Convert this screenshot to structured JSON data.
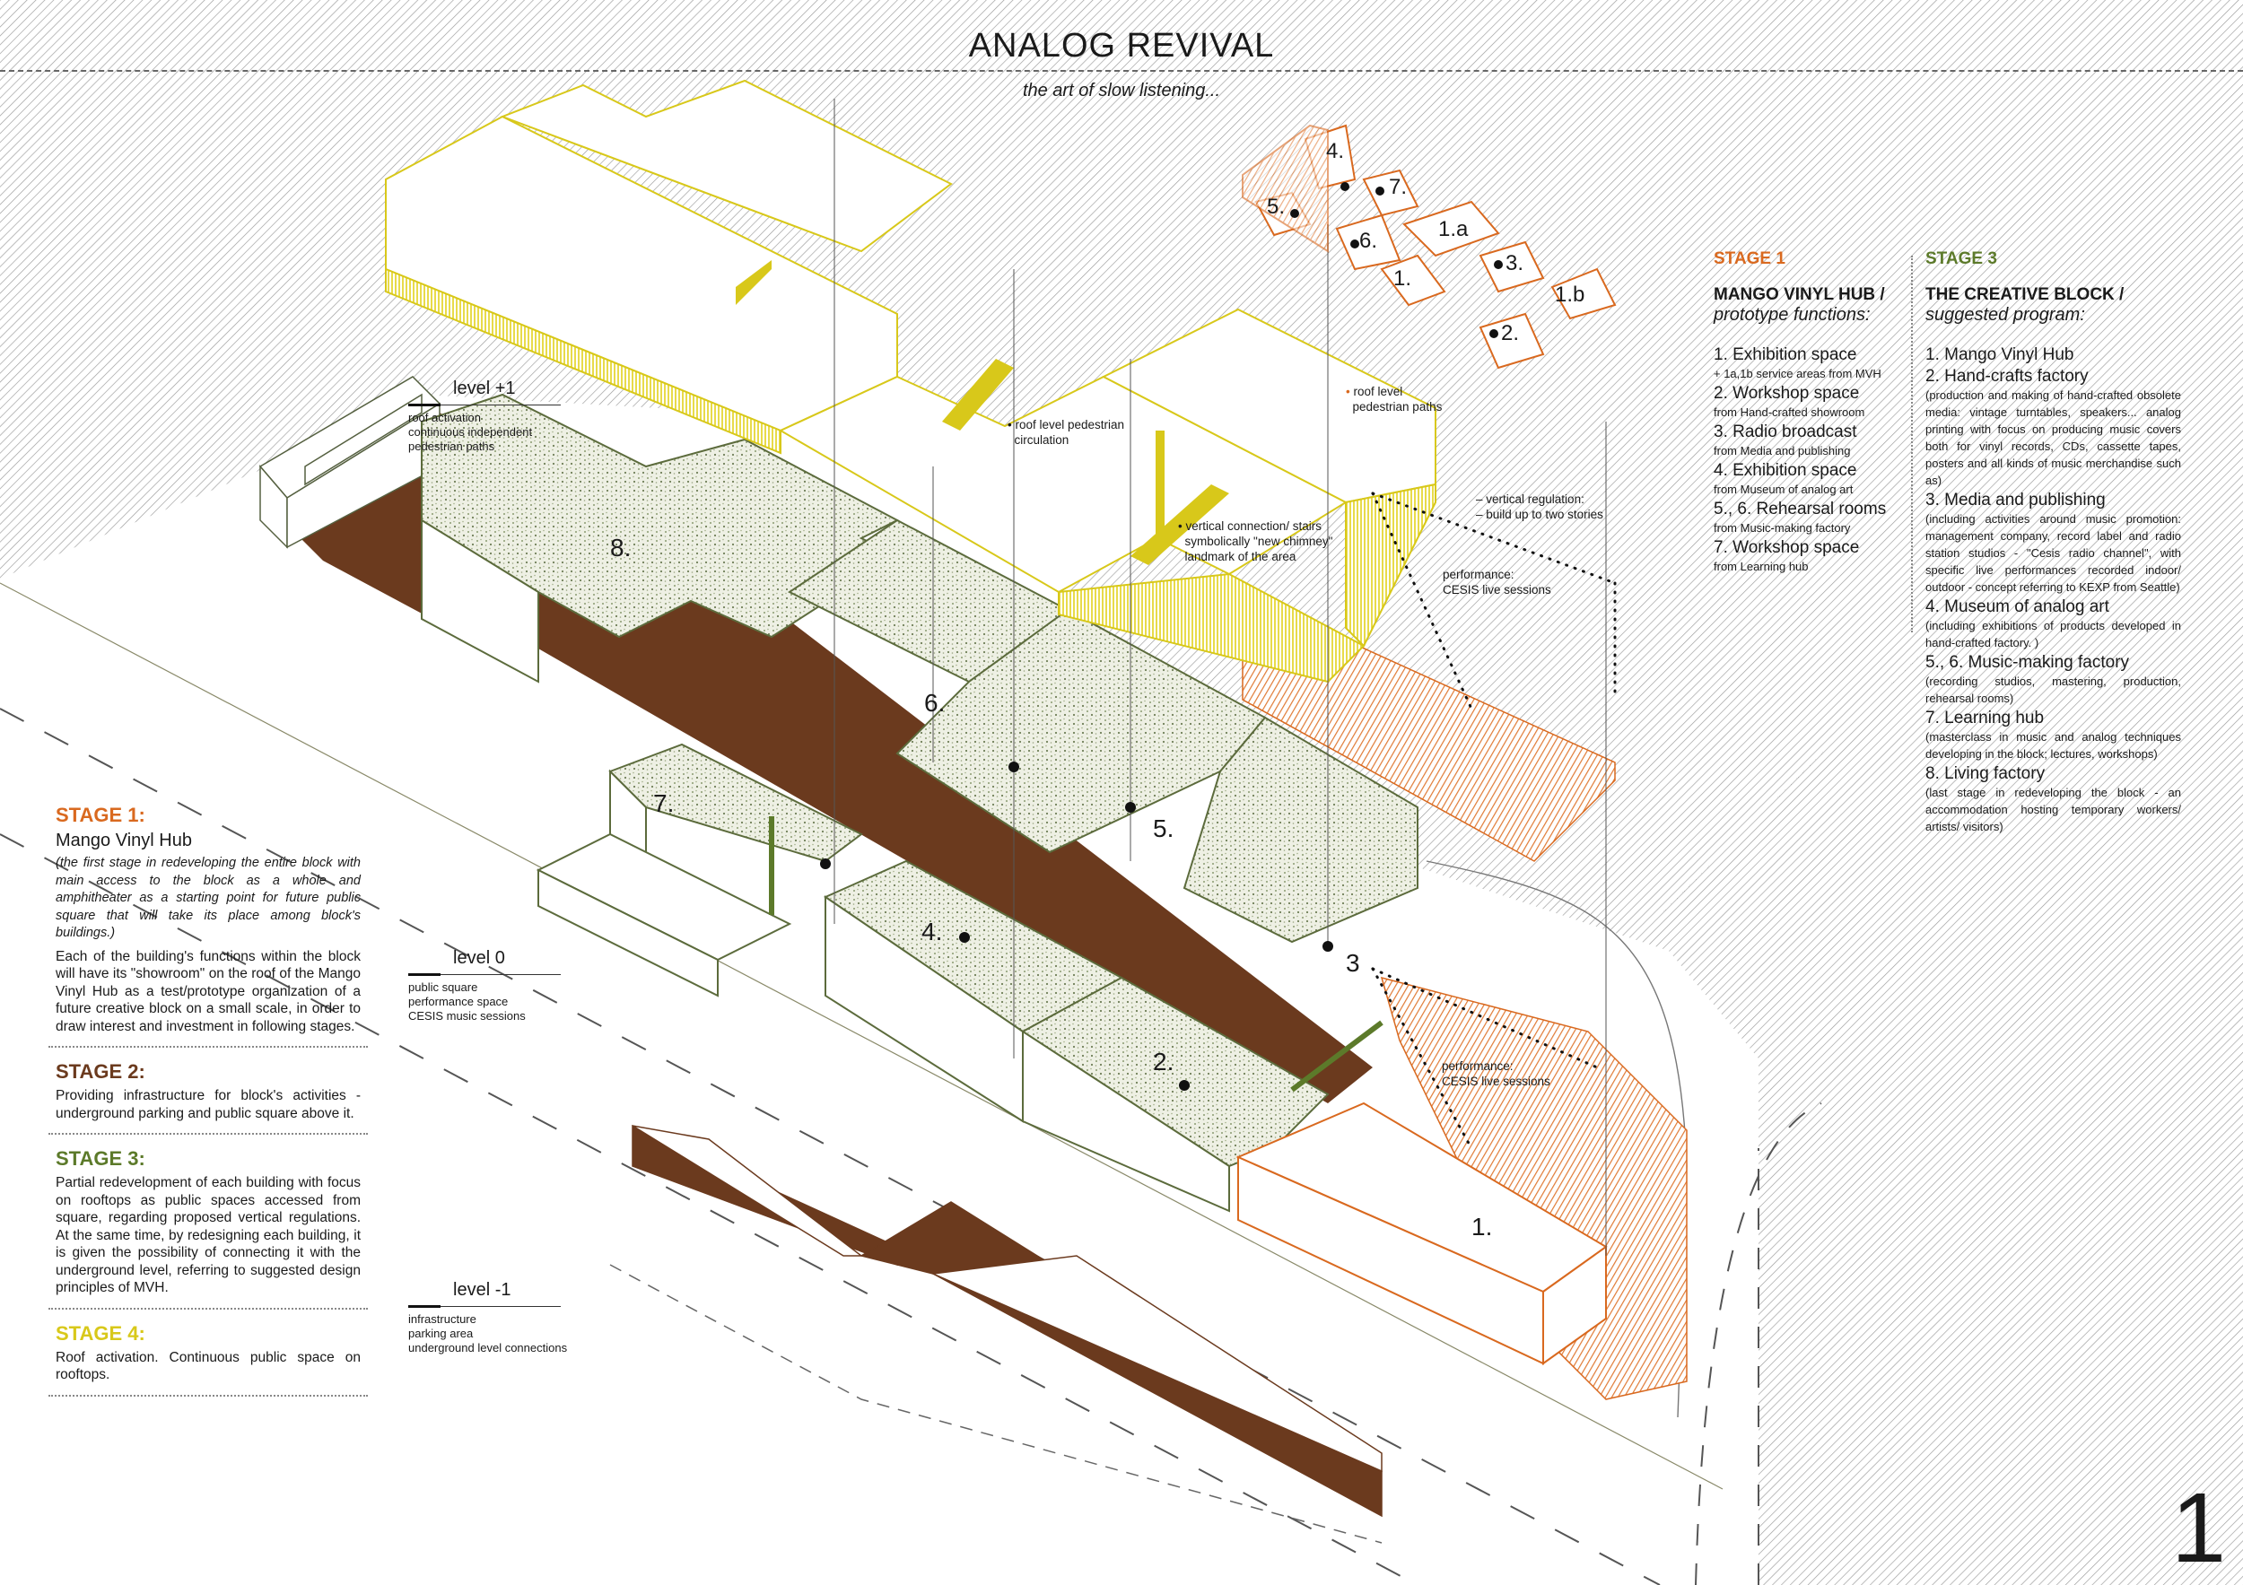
{
  "header": {
    "title": "ANALOG REVIVAL",
    "subtitle": "the art of slow listening..."
  },
  "colors": {
    "stage1": "#d9691f",
    "stage2": "#6b3a1e",
    "stage3": "#5c7a2a",
    "stage4": "#d8c81a",
    "hatch": "#9a9a9a"
  },
  "stages": [
    {
      "title": "STAGE  1:",
      "name": "Mango Vinyl Hub",
      "note": "(the first stage in redeveloping the entire block with main access to the block as a whole and amphitheater as a starting point for future public square that will take its place among block's buildings.)",
      "text": "Each of the building's functions within the block will have its \"showroom\" on the roof of the Mango Vinyl Hub as a test/prototype organization of a future creative block on a small scale, in order to draw interest and investment in following stages."
    },
    {
      "title": "STAGE  2:",
      "text": "Providing  infrastructure for block's activities - underground parking and public square above it."
    },
    {
      "title": "STAGE  3:",
      "text": "Partial redevelopment of each building with focus on rooftops as public spaces accessed from square, regarding proposed vertical regulations. At the same time, by redesigning each building, it is given the possibility of connecting it with the underground level, referring to suggested design principles of MVH."
    },
    {
      "title": "STAGE  4:",
      "text": "Roof activation. Continuous public space on rooftops."
    }
  ],
  "levels": [
    {
      "label": "level +1",
      "lines": [
        "roof activation",
        "continuous independent",
        "pedestrian paths"
      ]
    },
    {
      "label": "level 0",
      "lines": [
        "public square",
        "performance space",
        "CESIS music sessions"
      ]
    },
    {
      "label": "level -1",
      "lines": [
        "infrastructure",
        "parking area",
        "underground level connections"
      ]
    }
  ],
  "mvh": {
    "stage": "STAGE 1",
    "heading": "MANGO VINYL HUB /",
    "subheading": "prototype functions:",
    "items": [
      {
        "title": "1. Exhibition space",
        "note": "+  1a,1b service areas from MVH"
      },
      {
        "title": "2. Workshop space",
        "note": "from Hand-crafted showroom"
      },
      {
        "title": "3. Radio broadcast",
        "note": "from Media and publishing"
      },
      {
        "title": "4. Exhibition space",
        "note": "from Museum of analog art"
      },
      {
        "title": "5., 6. Rehearsal rooms",
        "note": "from Music-making factory"
      },
      {
        "title": "7. Workshop space",
        "note": "from Learning hub"
      }
    ]
  },
  "block": {
    "stage": "STAGE 3",
    "heading": "THE CREATIVE BLOCK /",
    "subheading": "suggested program:",
    "items": [
      {
        "title": "1. Mango Vinyl Hub",
        "note": ""
      },
      {
        "title": "2. Hand-crafts factory",
        "note": "(production and making of hand-crafted obsolete media: vintage turntables, speakers... analog printing with focus on producing music covers both for vinyl records, CDs, cassette tapes, posters and all kinds of music merchandise such as)"
      },
      {
        "title": "3. Media and publishing",
        "note": "(including activities around music promotion: management company, record label and radio station studios - \"Cesis radio channel\", with specific live performances recorded indoor/ outdoor - concept referring to KEXP from Seattle)"
      },
      {
        "title": "4. Museum of analog art",
        "note": "(including exhibitions of products developed in hand-crafted factory. )"
      },
      {
        "title": "5., 6. Music-making factory",
        "note": "(recording studios, mastering, production, rehearsal rooms)"
      },
      {
        "title": "7. Learning hub",
        "note": "(masterclass in music and analog techniques developing in the block; lectures, workshops)"
      },
      {
        "title": "8. Living factory",
        "note": "(last stage in redeveloping the block -  an accommodation hosting temporary workers/ artists/ visitors)"
      }
    ]
  },
  "annotations": {
    "circulation": [
      "roof level pedestrian",
      "circulation"
    ],
    "paths": [
      "roof level",
      "pedestrian paths"
    ],
    "chimney": [
      "vertical connection/ stairs",
      "symbolically \"new chimney\"",
      "landmark of the area"
    ],
    "regulation": [
      "vertical regulation:",
      "build up to two stories"
    ],
    "performance_upper": [
      "performance:",
      "CESIS live sessions"
    ],
    "performance_lower": [
      "performance:",
      "CESIS live sessions"
    ]
  },
  "building_numbers": {
    "b8": "8.",
    "b6": "6.",
    "b7": "7.",
    "b5": "5.",
    "b4": "4.",
    "b3": "3",
    "b2": "2.",
    "b1": "1."
  },
  "hub_numbers": {
    "n4": "4.",
    "n7": "7.",
    "n5": "5.",
    "n6": "6.",
    "n1a": "1.a",
    "n1": "1.",
    "n3": "3.",
    "n1b": "1.b",
    "n2": "2."
  },
  "page_number": "1"
}
